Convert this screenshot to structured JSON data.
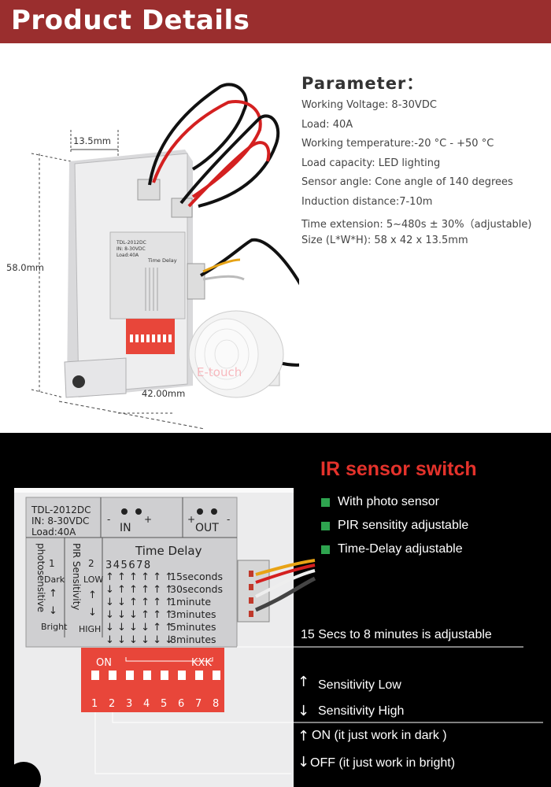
{
  "header": {
    "title": "Product Details"
  },
  "parameter": {
    "title": "Parameter：",
    "items": [
      "Working Voltage: 8-30VDC",
      "Load: 40A",
      "Working temperature:-20 °C - +50 °C",
      "Load capacity: LED lighting",
      "Sensor angle: Cone angle of 140 degrees",
      "Induction distance:7-10m",
      "Time extension: 5~480s ± 30%（adjustable)",
      "Size (L*W*H): 58 x 42 x 13.5mm"
    ]
  },
  "dimensions": {
    "thickness": "13.5mm",
    "length": "58.0mm",
    "width": "42.00mm"
  },
  "device_label": {
    "model": "TDL-2012DC",
    "voltage": "IN: 8-30VDC",
    "load": "Load:40A",
    "in": "IN",
    "out": "OUT",
    "time_delay": "Time Delay",
    "switch_numbers": "345678",
    "delays": [
      "15seconds",
      "30seconds",
      "1minute",
      "3minutes",
      "5minutes",
      "8minutes"
    ],
    "sw1_num": "1",
    "sw1_top": "Dark",
    "sw1_bottom": "Bright",
    "sw1_name": "photosensitive",
    "sw2_num": "2",
    "sw2_top": "LOW",
    "sw2_bottom": "HIGH",
    "sw2_name": "PIR Sensitivity",
    "dip_on": "ON",
    "dip_brand": "KXK",
    "dip_numbers": [
      "1",
      "2",
      "3",
      "4",
      "5",
      "6",
      "7",
      "8"
    ]
  },
  "ir": {
    "title": "IR sensor switch",
    "features": [
      "With photo sensor",
      "PIR sensitity adjustable",
      "Time-Delay adjustable"
    ],
    "delay_note": "15 Secs to 8 minutes is adjustable",
    "sensitivity_low": "Sensitivity Low",
    "sensitivity_high": "Sensitivity  High",
    "on_note": "ON   (it just work in dark )",
    "off_note": "OFF   (it just work  in bright)"
  },
  "watermark": "E-touch",
  "colors": {
    "header_bg": "#9a2e2e",
    "ir_title": "#e4322b",
    "feature_bullet": "#2ea44f",
    "dip_switch": "#e8463a"
  }
}
